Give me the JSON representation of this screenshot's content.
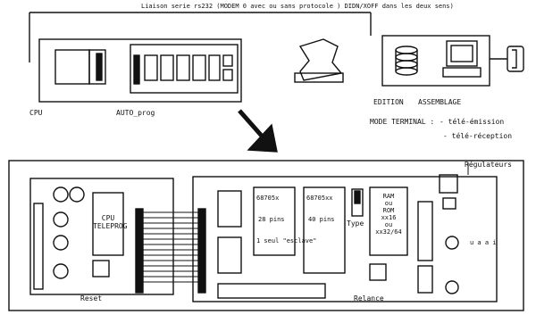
{
  "caption_top": "Liaison serie rs232 (MODEM 0 avec ou sans protocole ) DIDN/XOFF dans les deux sens)",
  "labels": {
    "cpu": "CPU",
    "auto_prog": "AUTO_prog",
    "edition": "EDITION",
    "assemblage": "ASSEMBLAGE",
    "mode_terminal": "MODE TERMINAL :",
    "tele_emission": "- télé-émission",
    "tele_reception": "- télé-réception",
    "regulateurs": "Régulateurs",
    "cpu_teleprog": "CPU\nTELEPROG",
    "reset": "Reset",
    "relance": "Relance",
    "chip1_name": "68705x",
    "chip1_pins": "28 pins",
    "chip1_mode": "1 seul \"esclave\"",
    "chip2_name": "68705xx",
    "chip2_pins": "40 pins",
    "type": "Type",
    "ram_stack": "RAM\nou\nROM\nxx16\nou\nxx32/64",
    "right_text": "u a a i"
  }
}
